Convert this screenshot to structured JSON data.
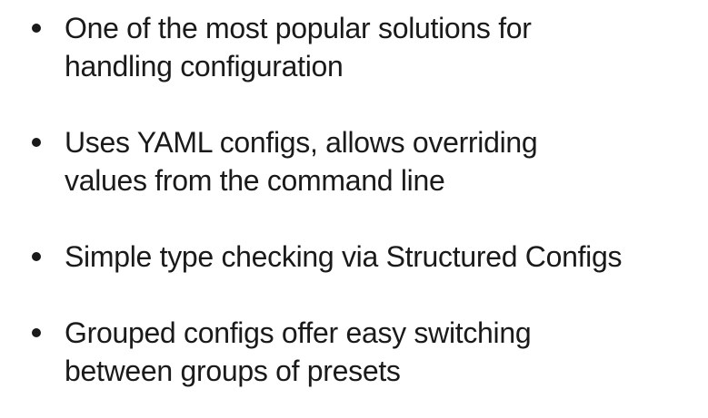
{
  "bullets": [
    {
      "lines": [
        "One of the most popular solutions for",
        "handling configuration"
      ]
    },
    {
      "lines": [
        "Uses YAML configs, allows overriding",
        "values from the command line"
      ]
    },
    {
      "lines": [
        "Simple type checking via Structured Configs"
      ]
    },
    {
      "lines": [
        "Grouped configs offer easy switching",
        "between groups of presets"
      ]
    }
  ],
  "colors": {
    "text": "#1a1a1a",
    "background": "#ffffff"
  }
}
